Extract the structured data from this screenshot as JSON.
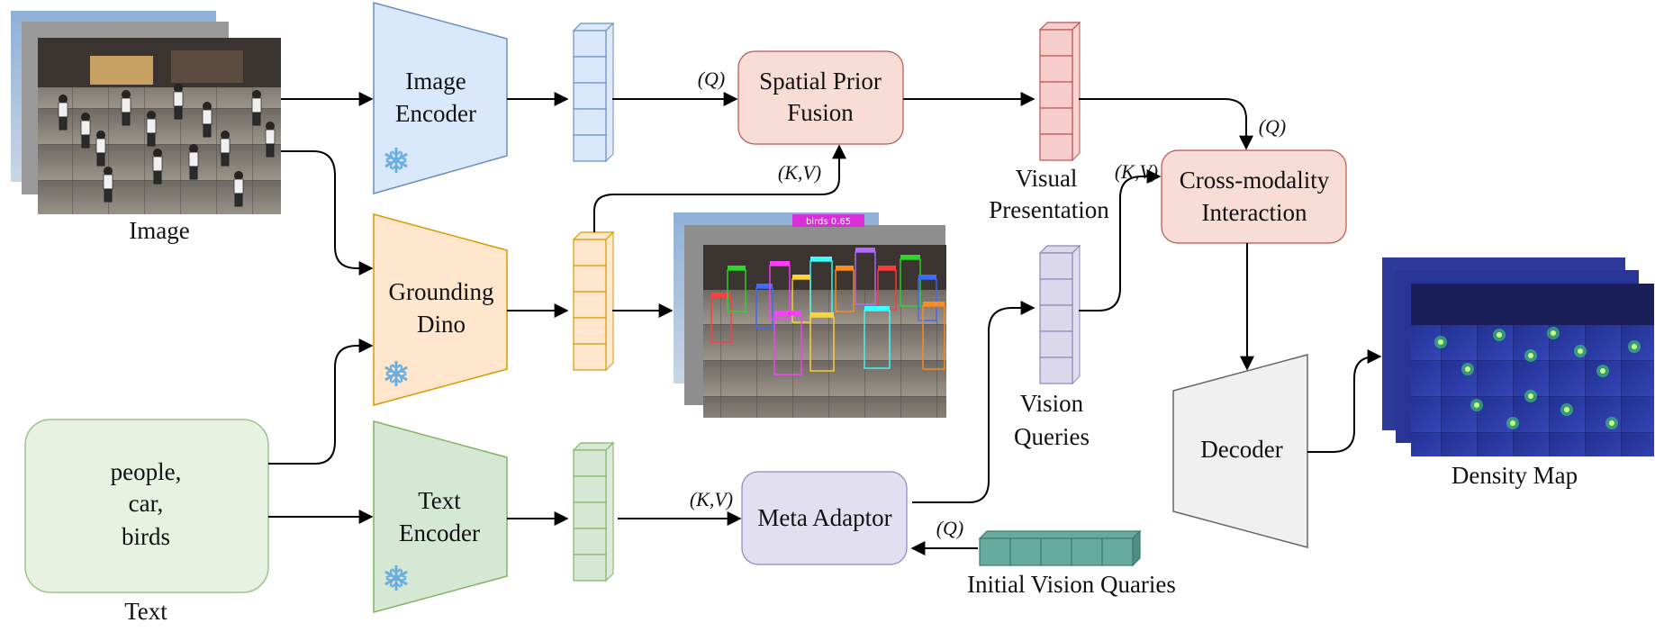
{
  "inputs": {
    "image_label": "Image",
    "text_label": "Text",
    "text_box_lines": [
      "people,",
      "car,",
      "birds"
    ]
  },
  "modules": {
    "image_encoder": [
      "Image",
      "Encoder"
    ],
    "grounding_dino": [
      "Grounding",
      "Dino"
    ],
    "text_encoder": [
      "Text",
      "Encoder"
    ],
    "spatial_prior_fusion": [
      "Spatial Prior",
      "Fusion"
    ],
    "meta_adaptor": [
      "Meta Adaptor"
    ],
    "cross_modality": [
      "Cross-modality",
      "Interaction"
    ],
    "decoder": [
      "Decoder"
    ]
  },
  "features": {
    "visual_presentation": [
      "Visual",
      "Presentation"
    ],
    "vision_queries": [
      "Vision",
      "Queries"
    ],
    "initial_vision_queries": "Initial Vision Quaries",
    "density_map": "Density Map"
  },
  "arrow_labels": {
    "q_spatial": "(Q)",
    "kv_spatial": "(K,V)",
    "q_cross": "(Q)",
    "kv_cross": "(K,V)",
    "kv_meta": "(K,V)",
    "q_meta": "(Q)"
  },
  "detections": {
    "top_label": "birds 0.65"
  },
  "icons": {
    "frozen": "snowflake-icon"
  },
  "colors": {
    "image_encoder_fill": "#dae8fc",
    "image_encoder_stroke": "#6c8ebf",
    "grounding_fill": "#ffe6cc",
    "grounding_stroke": "#d79b00",
    "text_encoder_fill": "#d5e8d4",
    "text_encoder_stroke": "#82b366",
    "fusion_fill": "#f8ddd6",
    "fusion_stroke": "#b85450",
    "meta_fill": "#e1dff0",
    "meta_stroke": "#8f86b8",
    "visual_pres_fill": "#f8cecc",
    "vision_q_fill": "#dcd8ec",
    "init_q_fill": "#67ab9f",
    "decoder_fill": "#f0f0f0",
    "snowflake": "#6aaee0",
    "density_fill": "#2a3aa8"
  }
}
